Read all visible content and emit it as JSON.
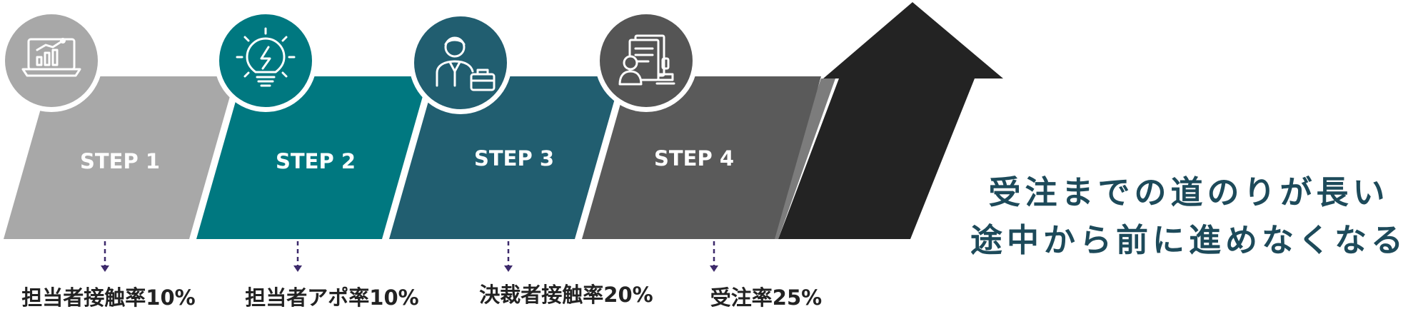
{
  "steps": [
    {
      "label": "STEP 1",
      "metric": "担当者接触率10%",
      "icon": "laptop-chart-icon",
      "color": "#a8a8a8",
      "circle": "#a8a8a8"
    },
    {
      "label": "STEP 2",
      "metric": "担当者アポ率10%",
      "icon": "lightbulb-icon",
      "color": "#007880",
      "circle": "#007880"
    },
    {
      "label": "STEP 3",
      "metric": "決裁者接触率20%",
      "icon": "businessperson-icon",
      "color": "#215e70",
      "circle": "#215e70"
    },
    {
      "label": "STEP 4",
      "metric": "受注率25%",
      "icon": "documents-stamp-icon",
      "color": "#5a5a5a",
      "circle": "#555555"
    }
  ],
  "message": {
    "line1": "受注までの道のりが長い",
    "line2": "途中から前に進めなくなる",
    "color": "#1d4a5a"
  },
  "colors": {
    "arrow": "#232323",
    "arrow_band": "#7c7c7c",
    "connector": "#3d2a6b",
    "metric_text": "#222222",
    "icon_stroke": "#ffffff"
  }
}
